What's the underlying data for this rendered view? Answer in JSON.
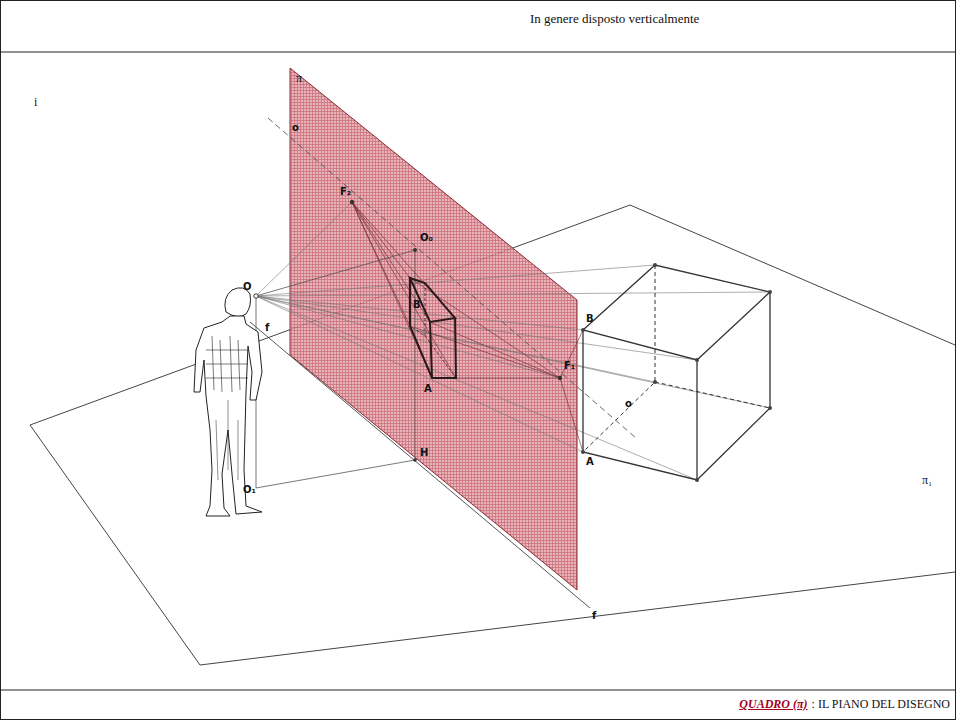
{
  "diagram": {
    "caption": "QUADRO (π)",
    "labels": [
      "In genere disposto verticalmente",
      "i",
      "π",
      "o",
      "F₂",
      "O₀",
      "O",
      "B",
      "f",
      "A",
      "B",
      "F₁",
      "o",
      "A",
      "H",
      "O₁",
      "π₁",
      "f",
      ": IL PIANO DEL DISEGNO"
    ]
  }
}
